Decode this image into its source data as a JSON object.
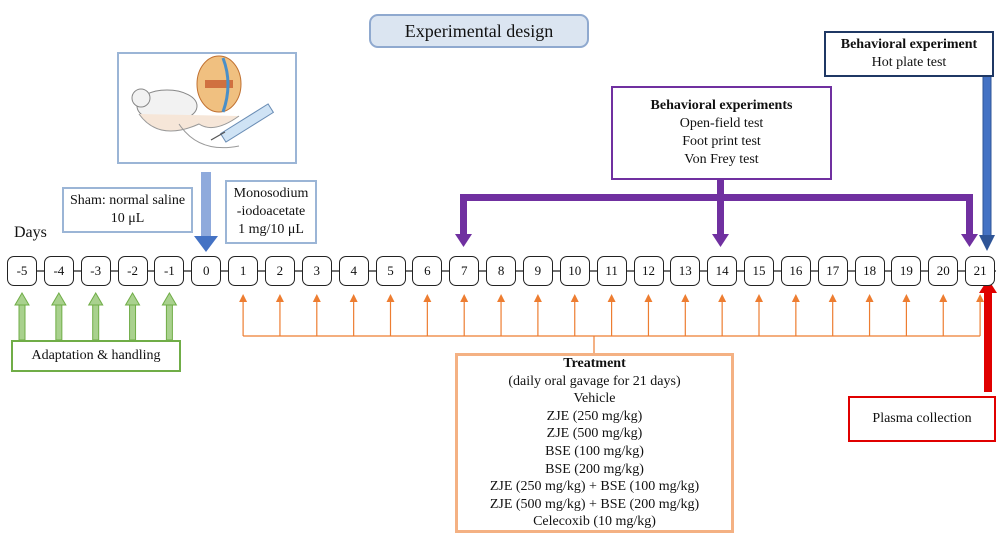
{
  "title": "Experimental design",
  "days_label": "Days",
  "days": [
    "-5",
    "-4",
    "-3",
    "-2",
    "-1",
    "0",
    "1",
    "2",
    "3",
    "4",
    "5",
    "6",
    "7",
    "8",
    "9",
    "10",
    "11",
    "12",
    "13",
    "14",
    "15",
    "16",
    "17",
    "18",
    "19",
    "20",
    "21"
  ],
  "sham_box": {
    "line1": "Sham: normal saline",
    "line2": "10 μL"
  },
  "mia_box": {
    "line1": "Monosodium",
    "line2": "-iodoacetate",
    "line3": "1 mg/10 μL"
  },
  "behavioral_experiments": {
    "heading": "Behavioral experiments",
    "items": [
      "Open-field test",
      "Foot print test",
      "Von Frey test"
    ]
  },
  "behavioral_experiment": {
    "heading": "Behavioral experiment",
    "item": "Hot plate test"
  },
  "adaptation_label": "Adaptation & handling",
  "treatment": {
    "heading": "Treatment",
    "subheading": "(daily oral gavage for 21 days)",
    "groups": [
      "Vehicle",
      "ZJE (250 mg/kg)",
      "ZJE (500 mg/kg)",
      "BSE (100 mg/kg)",
      "BSE (200 mg/kg)",
      "ZJE (250 mg/kg) + BSE (100 mg/kg)",
      "ZJE (500 mg/kg) + BSE (200 mg/kg)",
      "Celecoxib (10 mg/kg)"
    ]
  },
  "plasma_label": "Plasma collection",
  "colors": {
    "purple": "#7030a0",
    "blue": "#4472c4",
    "navy": "#1f3864",
    "green": "#70ad47",
    "light_green": "#a9d18e",
    "orange": "#ed7d31",
    "peach": "#f4b183",
    "red": "#e00000"
  }
}
